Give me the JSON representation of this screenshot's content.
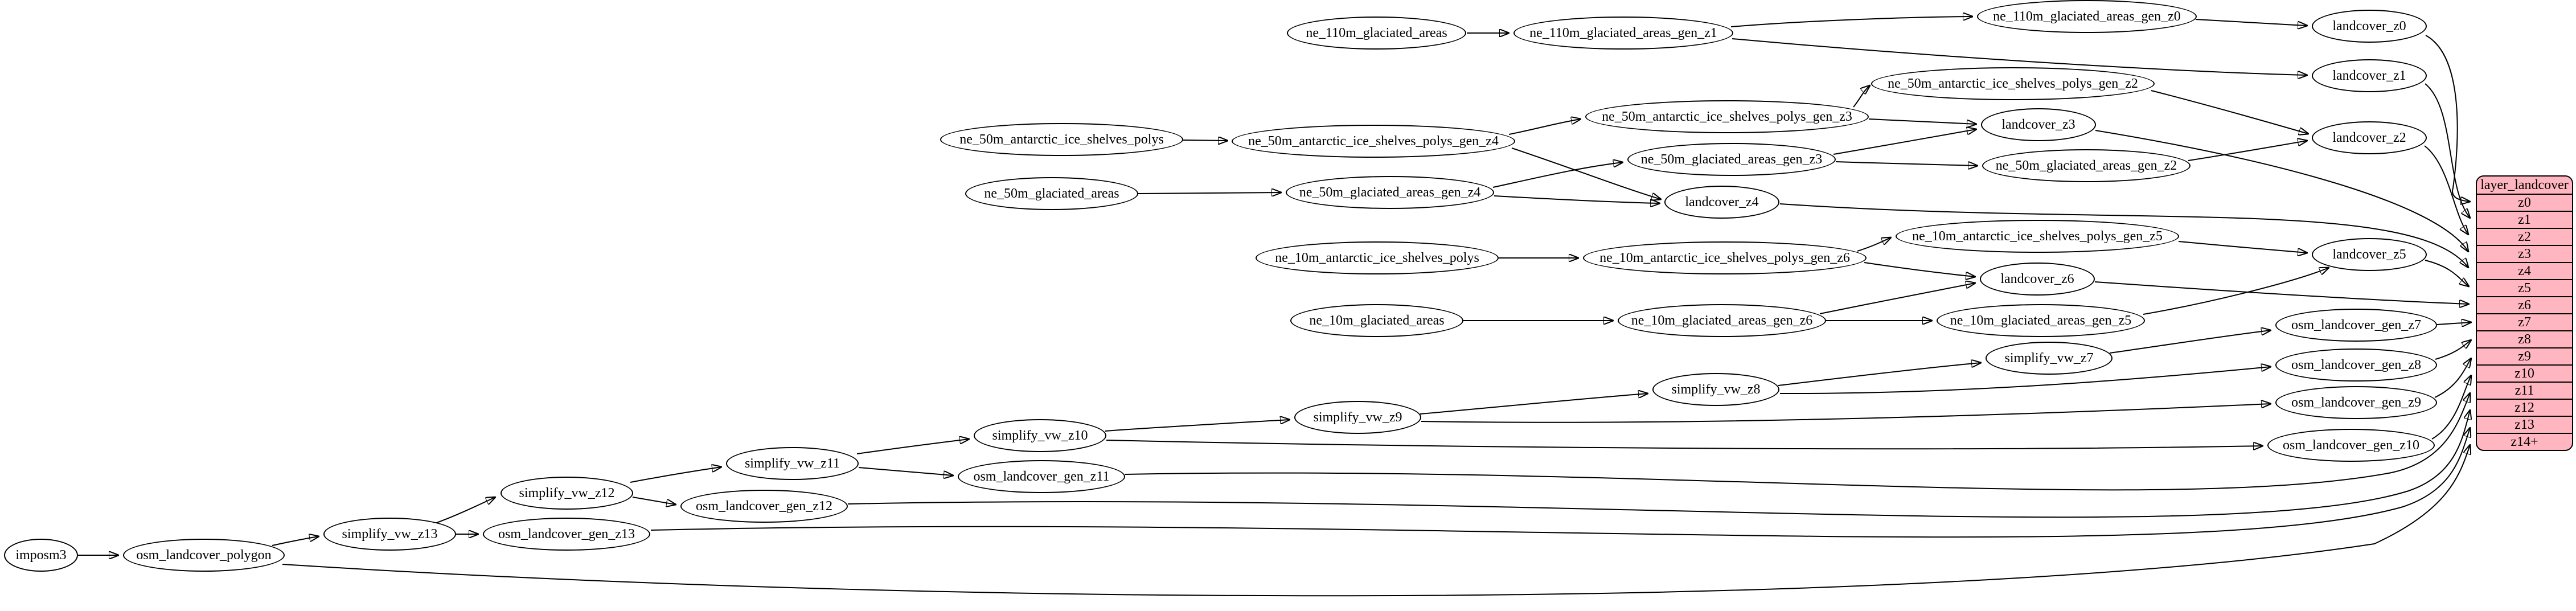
{
  "diagram_type": "dependency-graph",
  "colors": {
    "background": "#ffffff",
    "node_fill": "#ffffff",
    "node_stroke": "#000000",
    "edge": "#000000",
    "table_fill": "#ffb6c1",
    "table_stroke": "#000000",
    "text": "#000000"
  },
  "table": {
    "title": "layer_landcover",
    "rows": [
      "z0",
      "z1",
      "z2",
      "z3",
      "z4",
      "z5",
      "z6",
      "z7",
      "z8",
      "z9",
      "z10",
      "z11",
      "z12",
      "z13",
      "z14+"
    ]
  },
  "nodes": [
    {
      "id": "ne_110m_glaciated_areas",
      "label": "ne_110m_glaciated_areas"
    },
    {
      "id": "ne_110m_glaciated_areas_gen_z1",
      "label": "ne_110m_glaciated_areas_gen_z1"
    },
    {
      "id": "ne_110m_glaciated_areas_gen_z0",
      "label": "ne_110m_glaciated_areas_gen_z0"
    },
    {
      "id": "landcover_z0",
      "label": "landcover_z0"
    },
    {
      "id": "landcover_z1",
      "label": "landcover_z1"
    },
    {
      "id": "ne_50m_antarctic_ice_shelves_polys_gen_z2",
      "label": "ne_50m_antarctic_ice_shelves_polys_gen_z2"
    },
    {
      "id": "landcover_z2",
      "label": "landcover_z2"
    },
    {
      "id": "ne_50m_antarctic_ice_shelves_polys_gen_z3",
      "label": "ne_50m_antarctic_ice_shelves_polys_gen_z3"
    },
    {
      "id": "landcover_z3",
      "label": "landcover_z3"
    },
    {
      "id": "ne_50m_antarctic_ice_shelves_polys",
      "label": "ne_50m_antarctic_ice_shelves_polys"
    },
    {
      "id": "ne_50m_antarctic_ice_shelves_polys_gen_z4",
      "label": "ne_50m_antarctic_ice_shelves_polys_gen_z4"
    },
    {
      "id": "ne_50m_glaciated_areas_gen_z3",
      "label": "ne_50m_glaciated_areas_gen_z3"
    },
    {
      "id": "ne_50m_glaciated_areas_gen_z2",
      "label": "ne_50m_glaciated_areas_gen_z2"
    },
    {
      "id": "ne_50m_glaciated_areas",
      "label": "ne_50m_glaciated_areas"
    },
    {
      "id": "ne_50m_glaciated_areas_gen_z4",
      "label": "ne_50m_glaciated_areas_gen_z4"
    },
    {
      "id": "landcover_z4",
      "label": "landcover_z4"
    },
    {
      "id": "ne_10m_antarctic_ice_shelves_polys_gen_z5",
      "label": "ne_10m_antarctic_ice_shelves_polys_gen_z5"
    },
    {
      "id": "landcover_z5",
      "label": "landcover_z5"
    },
    {
      "id": "ne_10m_antarctic_ice_shelves_polys",
      "label": "ne_10m_antarctic_ice_shelves_polys"
    },
    {
      "id": "ne_10m_antarctic_ice_shelves_polys_gen_z6",
      "label": "ne_10m_antarctic_ice_shelves_polys_gen_z6"
    },
    {
      "id": "landcover_z6",
      "label": "landcover_z6"
    },
    {
      "id": "ne_10m_glaciated_areas",
      "label": "ne_10m_glaciated_areas"
    },
    {
      "id": "ne_10m_glaciated_areas_gen_z6",
      "label": "ne_10m_glaciated_areas_gen_z6"
    },
    {
      "id": "ne_10m_glaciated_areas_gen_z5",
      "label": "ne_10m_glaciated_areas_gen_z5"
    },
    {
      "id": "osm_landcover_gen_z7",
      "label": "osm_landcover_gen_z7"
    },
    {
      "id": "simplify_vw_z7",
      "label": "simplify_vw_z7"
    },
    {
      "id": "simplify_vw_z8",
      "label": "simplify_vw_z8"
    },
    {
      "id": "osm_landcover_gen_z8",
      "label": "osm_landcover_gen_z8"
    },
    {
      "id": "osm_landcover_gen_z9",
      "label": "osm_landcover_gen_z9"
    },
    {
      "id": "simplify_vw_z9",
      "label": "simplify_vw_z9"
    },
    {
      "id": "simplify_vw_z10",
      "label": "simplify_vw_z10"
    },
    {
      "id": "osm_landcover_gen_z10",
      "label": "osm_landcover_gen_z10"
    },
    {
      "id": "simplify_vw_z11",
      "label": "simplify_vw_z11"
    },
    {
      "id": "osm_landcover_gen_z11",
      "label": "osm_landcover_gen_z11"
    },
    {
      "id": "simplify_vw_z12",
      "label": "simplify_vw_z12"
    },
    {
      "id": "osm_landcover_gen_z12",
      "label": "osm_landcover_gen_z12"
    },
    {
      "id": "simplify_vw_z13",
      "label": "simplify_vw_z13"
    },
    {
      "id": "osm_landcover_gen_z13",
      "label": "osm_landcover_gen_z13"
    },
    {
      "id": "imposm3",
      "label": "imposm3"
    },
    {
      "id": "osm_landcover_polygon",
      "label": "osm_landcover_polygon"
    }
  ],
  "edges": [
    [
      "ne_110m_glaciated_areas",
      "ne_110m_glaciated_areas_gen_z1"
    ],
    [
      "ne_110m_glaciated_areas_gen_z1",
      "ne_110m_glaciated_areas_gen_z0"
    ],
    [
      "ne_110m_glaciated_areas_gen_z1",
      "landcover_z1"
    ],
    [
      "ne_110m_glaciated_areas_gen_z0",
      "landcover_z0"
    ],
    [
      "landcover_z0",
      "layer_landcover:z0"
    ],
    [
      "landcover_z1",
      "layer_landcover:z1"
    ],
    [
      "ne_50m_antarctic_ice_shelves_polys",
      "ne_50m_antarctic_ice_shelves_polys_gen_z4"
    ],
    [
      "ne_50m_antarctic_ice_shelves_polys_gen_z4",
      "ne_50m_antarctic_ice_shelves_polys_gen_z3"
    ],
    [
      "ne_50m_antarctic_ice_shelves_polys_gen_z4",
      "landcover_z4"
    ],
    [
      "ne_50m_antarctic_ice_shelves_polys_gen_z3",
      "ne_50m_antarctic_ice_shelves_polys_gen_z2"
    ],
    [
      "ne_50m_antarctic_ice_shelves_polys_gen_z3",
      "landcover_z3"
    ],
    [
      "ne_50m_antarctic_ice_shelves_polys_gen_z2",
      "landcover_z2"
    ],
    [
      "ne_50m_glaciated_areas",
      "ne_50m_glaciated_areas_gen_z4"
    ],
    [
      "ne_50m_glaciated_areas_gen_z4",
      "ne_50m_glaciated_areas_gen_z3"
    ],
    [
      "ne_50m_glaciated_areas_gen_z4",
      "landcover_z4"
    ],
    [
      "ne_50m_glaciated_areas_gen_z3",
      "ne_50m_glaciated_areas_gen_z2"
    ],
    [
      "ne_50m_glaciated_areas_gen_z3",
      "landcover_z3"
    ],
    [
      "ne_50m_glaciated_areas_gen_z2",
      "landcover_z2"
    ],
    [
      "landcover_z2",
      "layer_landcover:z2"
    ],
    [
      "landcover_z3",
      "layer_landcover:z3"
    ],
    [
      "landcover_z4",
      "layer_landcover:z4"
    ],
    [
      "ne_10m_antarctic_ice_shelves_polys",
      "ne_10m_antarctic_ice_shelves_polys_gen_z6"
    ],
    [
      "ne_10m_antarctic_ice_shelves_polys_gen_z6",
      "ne_10m_antarctic_ice_shelves_polys_gen_z5"
    ],
    [
      "ne_10m_antarctic_ice_shelves_polys_gen_z6",
      "landcover_z6"
    ],
    [
      "ne_10m_antarctic_ice_shelves_polys_gen_z5",
      "landcover_z5"
    ],
    [
      "ne_10m_glaciated_areas",
      "ne_10m_glaciated_areas_gen_z6"
    ],
    [
      "ne_10m_glaciated_areas_gen_z6",
      "ne_10m_glaciated_areas_gen_z5"
    ],
    [
      "ne_10m_glaciated_areas_gen_z6",
      "landcover_z6"
    ],
    [
      "ne_10m_glaciated_areas_gen_z5",
      "landcover_z5"
    ],
    [
      "landcover_z5",
      "layer_landcover:z5"
    ],
    [
      "landcover_z6",
      "layer_landcover:z6"
    ],
    [
      "imposm3",
      "osm_landcover_polygon"
    ],
    [
      "osm_landcover_polygon",
      "simplify_vw_z13"
    ],
    [
      "osm_landcover_polygon",
      "layer_landcover:z14+"
    ],
    [
      "simplify_vw_z13",
      "simplify_vw_z12"
    ],
    [
      "simplify_vw_z13",
      "osm_landcover_gen_z13"
    ],
    [
      "osm_landcover_gen_z13",
      "layer_landcover:z13"
    ],
    [
      "simplify_vw_z12",
      "simplify_vw_z11"
    ],
    [
      "simplify_vw_z12",
      "osm_landcover_gen_z12"
    ],
    [
      "osm_landcover_gen_z12",
      "layer_landcover:z12"
    ],
    [
      "simplify_vw_z11",
      "simplify_vw_z10"
    ],
    [
      "simplify_vw_z11",
      "osm_landcover_gen_z11"
    ],
    [
      "osm_landcover_gen_z11",
      "layer_landcover:z11"
    ],
    [
      "simplify_vw_z10",
      "simplify_vw_z9"
    ],
    [
      "simplify_vw_z10",
      "osm_landcover_gen_z10"
    ],
    [
      "osm_landcover_gen_z10",
      "layer_landcover:z10"
    ],
    [
      "simplify_vw_z9",
      "simplify_vw_z8"
    ],
    [
      "simplify_vw_z9",
      "osm_landcover_gen_z9"
    ],
    [
      "osm_landcover_gen_z9",
      "layer_landcover:z9"
    ],
    [
      "simplify_vw_z8",
      "simplify_vw_z7"
    ],
    [
      "simplify_vw_z8",
      "osm_landcover_gen_z8"
    ],
    [
      "osm_landcover_gen_z8",
      "layer_landcover:z8"
    ],
    [
      "simplify_vw_z7",
      "osm_landcover_gen_z7"
    ],
    [
      "osm_landcover_gen_z7",
      "layer_landcover:z7"
    ]
  ]
}
